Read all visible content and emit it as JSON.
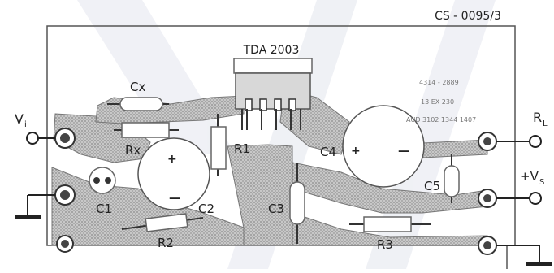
{
  "board": {
    "code": "CS - 0095/3",
    "ic_label": "TDA 2003",
    "notes": [
      "4314 - 2889",
      "13 EX 230",
      "AUD 3102 1344 1407"
    ]
  },
  "terminals": {
    "input": "V",
    "input_sub": "i",
    "load": "R",
    "load_sub": "L",
    "supply": "+V",
    "supply_sub": "S"
  },
  "components": {
    "cx": "Cx",
    "rx": "Rx",
    "r1": "R1",
    "c1": "C1",
    "c2": "C2",
    "r2": "R2",
    "c3": "C3",
    "c4": "C4",
    "c5": "C5",
    "r3": "R3"
  },
  "polarity": {
    "plus": "+",
    "minus": "—"
  },
  "colors": {
    "copper": "#bdbdbd",
    "copper_dark": "#8e8e8e",
    "ink": "#222222",
    "watermark": "#d6dbe8"
  }
}
